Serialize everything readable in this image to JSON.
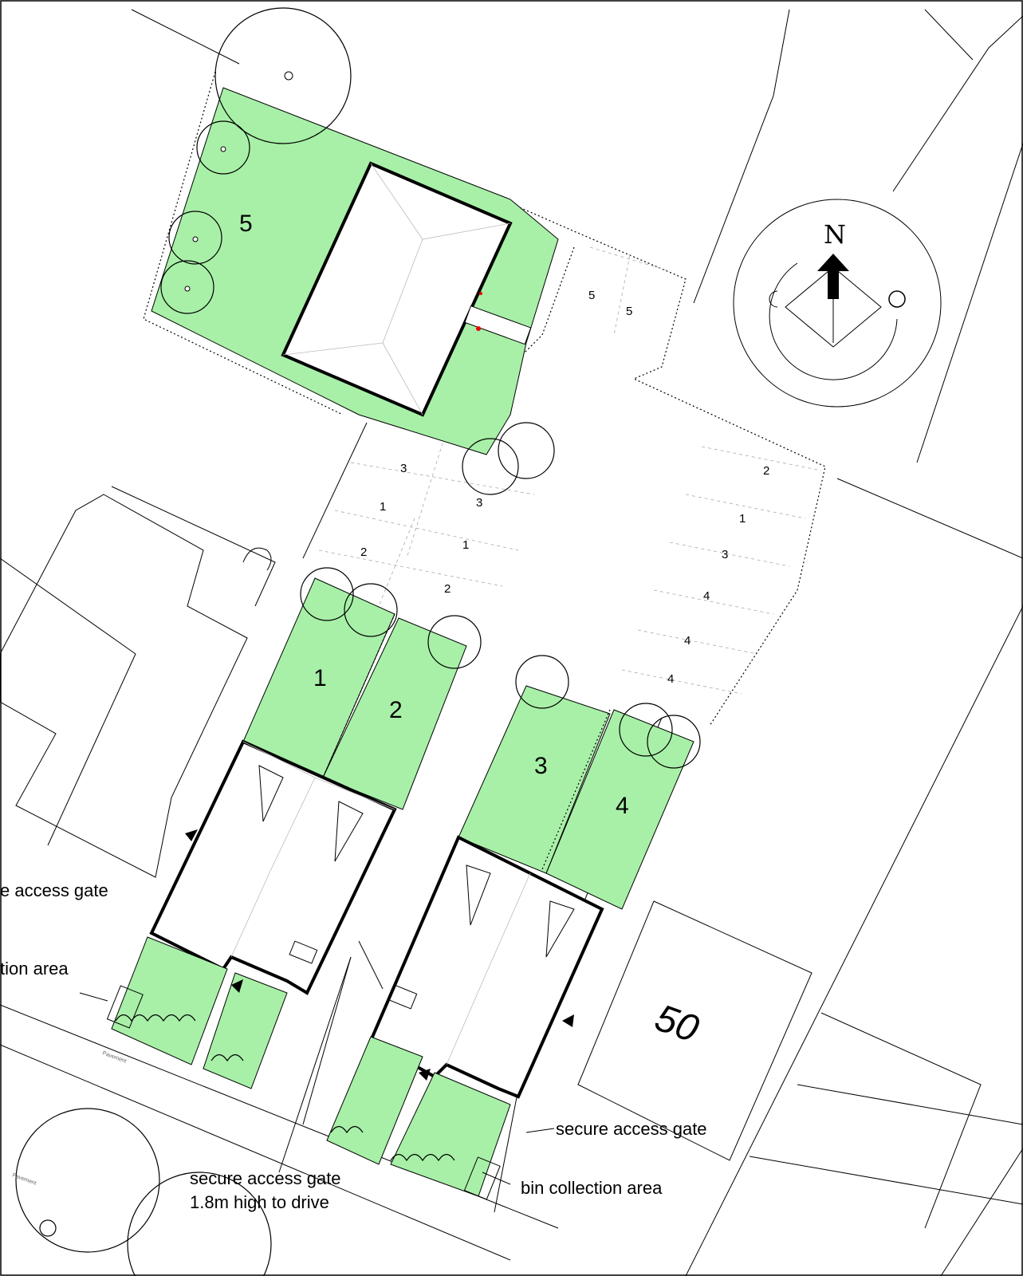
{
  "plots": {
    "plot_1": "1",
    "plot_2": "2",
    "plot_3": "3",
    "plot_4": "4",
    "plot_5": "5"
  },
  "parking_bays": [
    {
      "id": "bay-a",
      "label": "5"
    },
    {
      "id": "bay-b",
      "label": "5"
    },
    {
      "id": "bay-c",
      "label": "3"
    },
    {
      "id": "bay-d",
      "label": "3"
    },
    {
      "id": "bay-e",
      "label": "1"
    },
    {
      "id": "bay-f",
      "label": "1"
    },
    {
      "id": "bay-g",
      "label": "2"
    },
    {
      "id": "bay-h",
      "label": "2"
    },
    {
      "id": "bay-i",
      "label": "2"
    },
    {
      "id": "bay-j",
      "label": "1"
    },
    {
      "id": "bay-k",
      "label": "3"
    },
    {
      "id": "bay-l",
      "label": "4"
    },
    {
      "id": "bay-m",
      "label": "4"
    },
    {
      "id": "bay-n",
      "label": "4"
    }
  ],
  "annotations": {
    "gate_left_partial": "e access gate",
    "bin_left_partial": "tion area",
    "gate_right": "secure access gate",
    "bin_right": "bin collection area",
    "gate_drive_line1": "secure access gate",
    "gate_drive_line2": "1.8m high to drive",
    "pavement_1": "Pavement",
    "pavement_2": "Pavement"
  },
  "house_number": "50",
  "north_label": "N",
  "colors": {
    "garden": "#a8f0a8",
    "line": "#000000",
    "background": "#ffffff"
  }
}
